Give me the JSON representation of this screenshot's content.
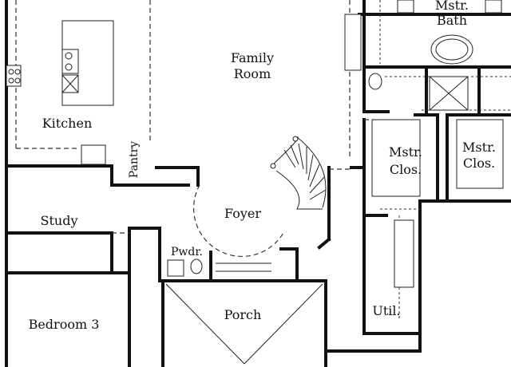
{
  "rooms": {
    "family_room": {
      "line1": "Family",
      "line2": "Room"
    },
    "kitchen": "Kitchen",
    "pantry": "Pantry",
    "study": "Study",
    "foyer": "Foyer",
    "powder": "Pwdr.",
    "bedroom_3": "Bedroom 3",
    "porch": "Porch",
    "utility": "Util.",
    "master_bath": {
      "line1": "Mstr.",
      "line2": "Bath"
    },
    "master_closet_left": {
      "line1": "Mstr.",
      "line2": "Clos."
    },
    "master_closet_right": {
      "line1": "Mstr.",
      "line2": "Clos."
    }
  }
}
